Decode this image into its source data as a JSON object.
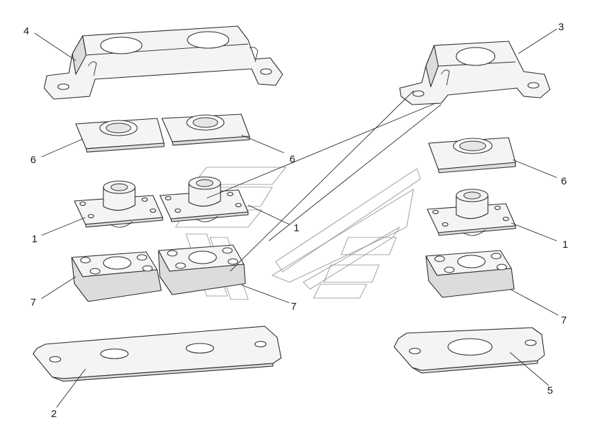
{
  "labels": {
    "l4": "4",
    "l3": "3",
    "l6a": "6",
    "l6b": "6",
    "l6c": "6",
    "l1a": "1",
    "l1b": "1",
    "l1c": "1",
    "l7a": "7",
    "l7b": "7",
    "l7c": "7",
    "l2": "2",
    "l5": "5"
  },
  "colors": {
    "line": "#2b2b2b",
    "part_fill": "#f4f4f4",
    "watermark": "#8a8a8a"
  }
}
